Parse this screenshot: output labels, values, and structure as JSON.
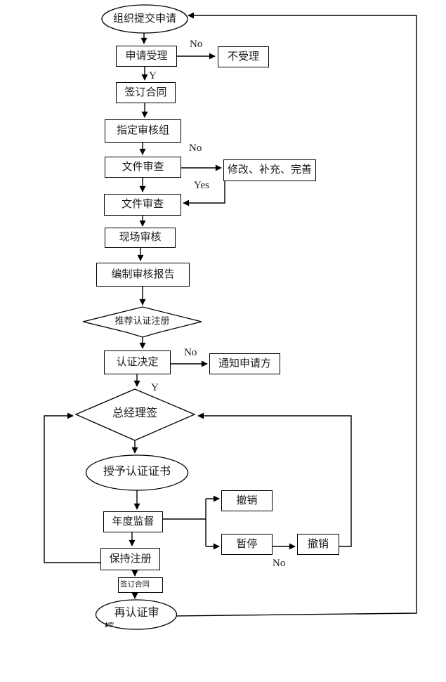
{
  "flowchart": {
    "nodes": {
      "start": "组织提交申请",
      "accept": "申请受理",
      "reject": "不受理",
      "sign_contract": "签订合同",
      "assign_team": "指定审核组",
      "doc_review_1": "文件审查",
      "revise": "修改、补充、完善",
      "doc_review_2": "文件审查",
      "site_audit": "现场审核",
      "audit_report": "编制审核报告",
      "recommend": "推荐认证注册",
      "decision": "认证决定",
      "notify": "通知申请方",
      "gm_sign": "总经理签",
      "grant": "授予认证证书",
      "annual": "年度监督",
      "revoke_top": "撤销",
      "suspend": "暂停",
      "revoke_right": "撤销",
      "keep": "保持注册",
      "renew_contract": "签订合同",
      "recert": "再认证审",
      "recert_overflow": "核"
    },
    "edge_labels": {
      "accept_no": "No",
      "accept_y": "Y",
      "doc_no": "No",
      "doc_yes": "Yes",
      "decision_no": "No",
      "decision_y": "Y",
      "suspend_no": "No"
    },
    "colors": {
      "line": "#000000",
      "background": "#ffffff"
    }
  }
}
